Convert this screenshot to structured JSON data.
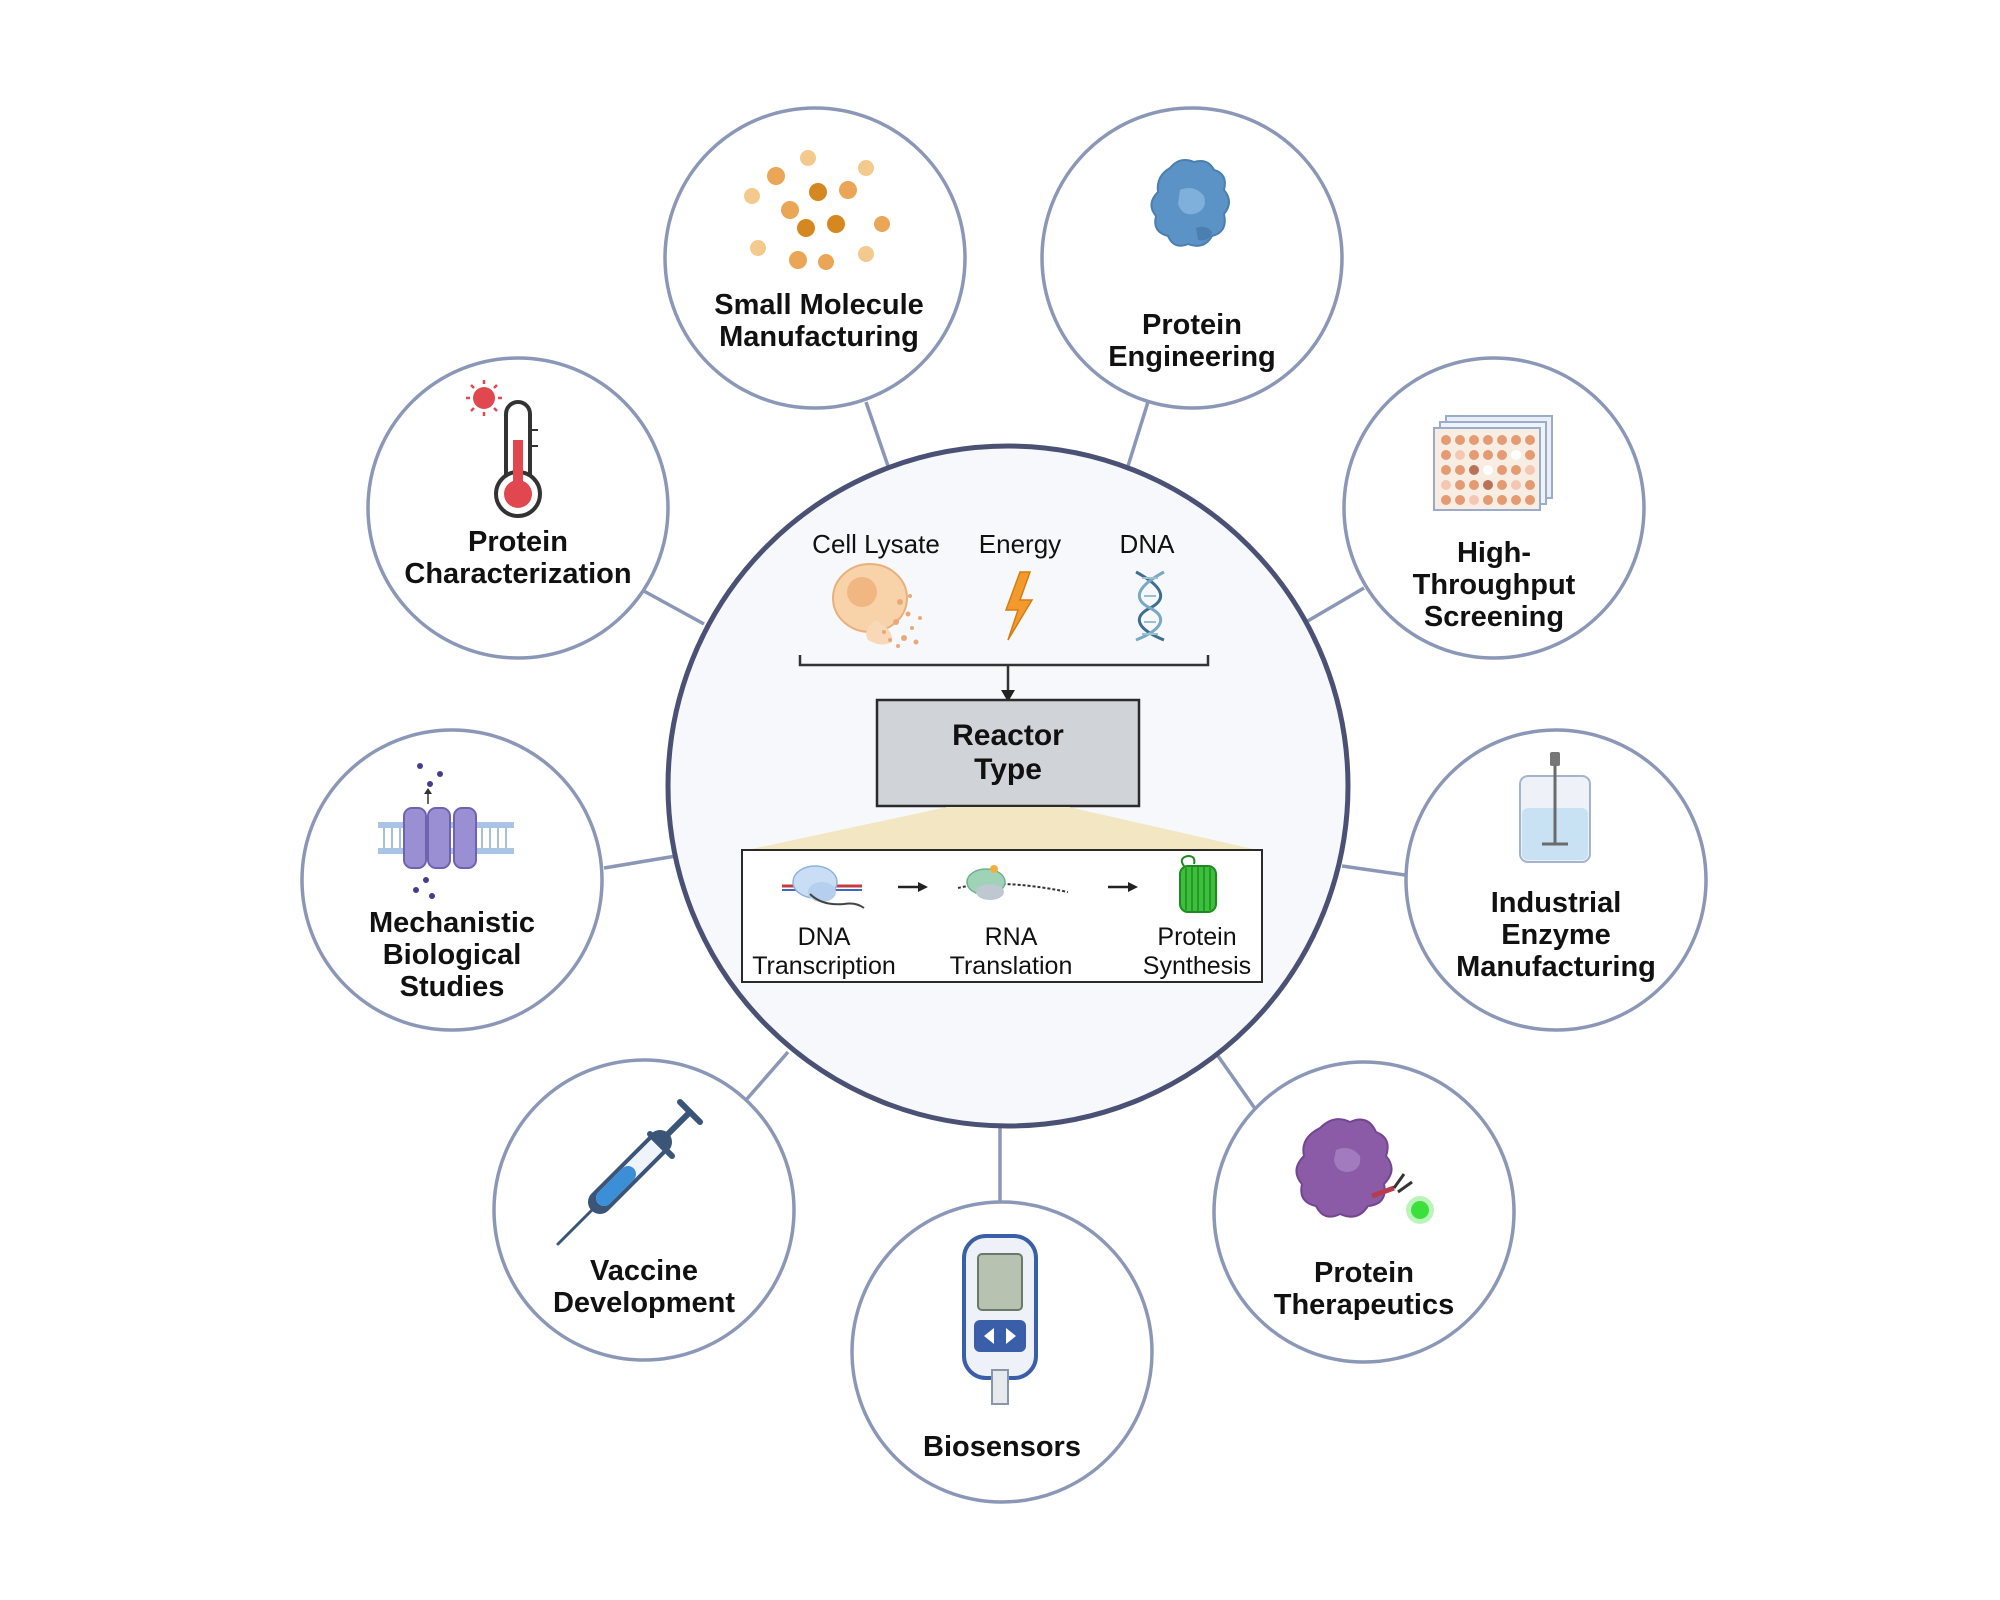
{
  "applications": {
    "small_molecule": {
      "line1": "Small Molecule",
      "line2": "Manufacturing"
    },
    "protein_engineering": {
      "line1": "Protein",
      "line2": "Engineering"
    },
    "high_throughput": {
      "line1": "High-",
      "line2": "Throughput",
      "line3": "Screening"
    },
    "industrial_enzyme": {
      "line1": "Industrial",
      "line2": "Enzyme",
      "line3": "Manufacturing"
    },
    "protein_therapeutics": {
      "line1": "Protein",
      "line2": "Therapeutics"
    },
    "biosensors": {
      "line1": "Biosensors"
    },
    "vaccine": {
      "line1": "Vaccine",
      "line2": "Development"
    },
    "mechanistic": {
      "line1": "Mechanistic",
      "line2": "Biological",
      "line3": "Studies"
    },
    "protein_characterization": {
      "line1": "Protein",
      "line2": "Characterization"
    }
  },
  "center": {
    "ingredients": {
      "cell_lysate": "Cell Lysate",
      "energy": "Energy",
      "dna": "DNA"
    },
    "reactor": {
      "line1": "Reactor",
      "line2": "Type"
    },
    "steps": {
      "transcription": {
        "line1": "DNA",
        "line2": "Transcription"
      },
      "translation": {
        "line1": "RNA",
        "line2": "Translation"
      },
      "synthesis": {
        "line1": "Protein",
        "line2": "Synthesis"
      }
    }
  },
  "colors": {
    "circle_border": "#8b97b6",
    "center_border": "#4a5175",
    "center_fill": "#f6f8fc",
    "reactor_fill": "#d0d3d8",
    "zoom_fill": "#f3e7c3"
  }
}
